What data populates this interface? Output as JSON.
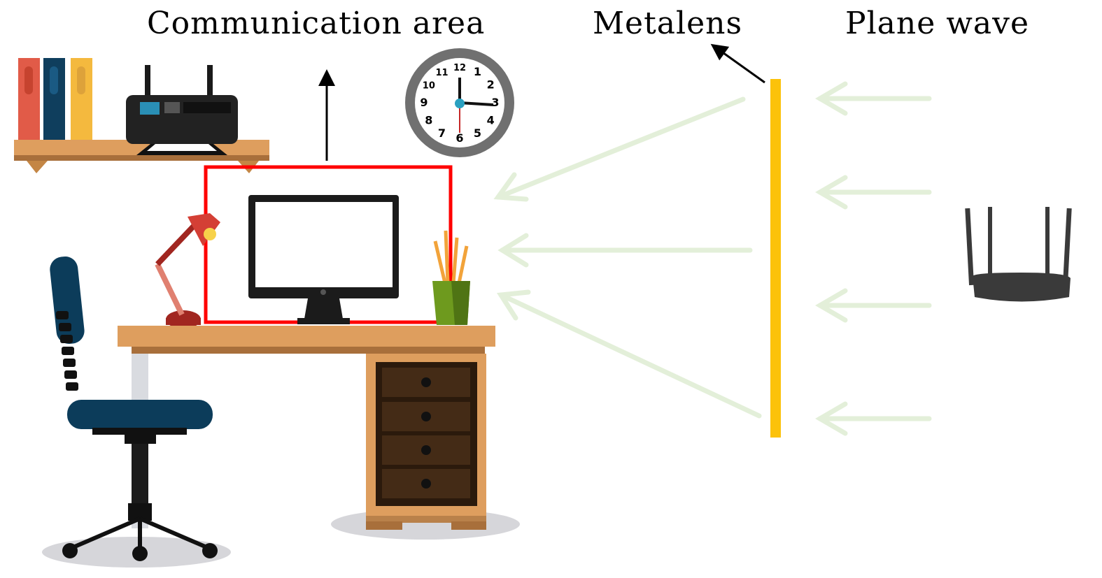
{
  "labels": {
    "communication_area": "Communication area",
    "metalens": "Metalens",
    "plane_wave": "Plane wave"
  },
  "clock": {
    "numbers": [
      "12",
      "1",
      "2",
      "3",
      "4",
      "5",
      "6",
      "7",
      "8",
      "9",
      "10",
      "11"
    ]
  },
  "colors": {
    "metalens": "#fcc20a",
    "communication_box": "#ff0000",
    "wave_arrow": "#e3efd9",
    "desk": "#de9e5e",
    "drawer": "#442b16",
    "chair": "#0c3c5a"
  }
}
